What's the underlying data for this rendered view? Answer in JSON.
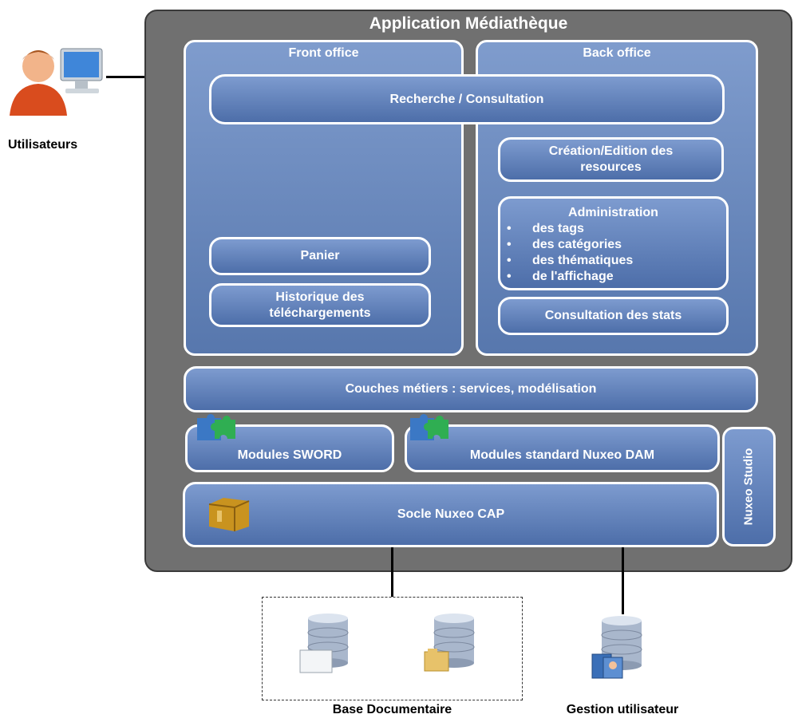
{
  "app_title": "Application Médiathèque",
  "users_label": "Utilisateurs",
  "front_office": {
    "title": "Front office",
    "search": "Recherche / Consultation",
    "cart": "Panier",
    "downloads": "Historique des\ntéléchargements"
  },
  "back_office": {
    "title": "Back office",
    "creation": "Création/Edition des\nresources",
    "admin_title": "Administration",
    "admin_items": [
      "des tags",
      "des catégories",
      "des thématiques",
      "de l'affichage"
    ],
    "stats": "Consultation des stats"
  },
  "business_layer": "Couches métiers : services, modélisation",
  "modules_sword": "Modules SWORD",
  "modules_dam": "Modules standard Nuxeo DAM",
  "nuxeo_studio": "Nuxeo Studio",
  "socle": "Socle Nuxeo CAP",
  "base_documentaire": "Base Documentaire",
  "gestion_utilisateur": "Gestion utilisateur"
}
